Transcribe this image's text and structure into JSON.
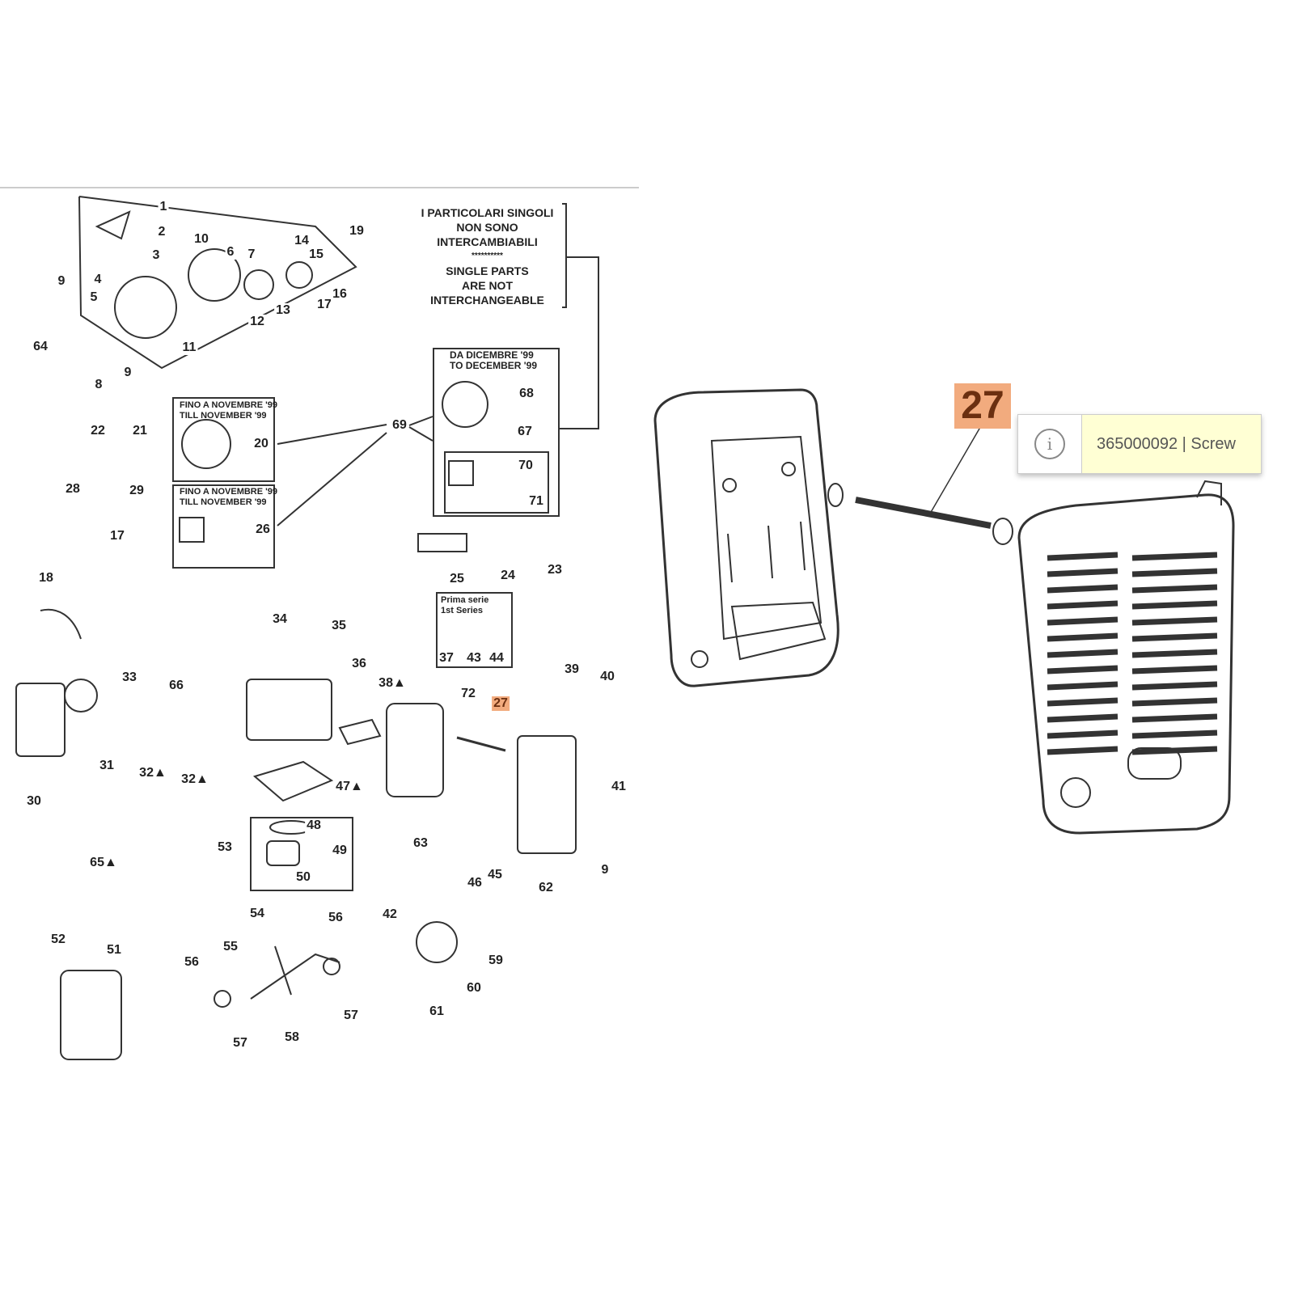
{
  "notes": {
    "line1": "I PARTICOLARI SINGOLI",
    "line2": "NON SONO",
    "line3": "INTERCAMBIABILI",
    "stars": "**********",
    "line4": "SINGLE PARTS",
    "line5": "ARE NOT",
    "line6": "INTERCHANGEABLE"
  },
  "boxes": {
    "december_it": "DA DICEMBRE  '99",
    "december_en": "TO DECEMBER '99",
    "november_it": "FINO A NOVEMBRE '99",
    "november_en": "TILL NOVEMBER    '99",
    "prima_it": "Prima serie",
    "prima_en": "1st Series"
  },
  "labels": [
    "1",
    "2",
    "3",
    "4",
    "5",
    "10",
    "6",
    "7",
    "14",
    "15",
    "19",
    "17",
    "16",
    "13",
    "12",
    "11",
    "9",
    "64",
    "8",
    "9",
    "22",
    "21",
    "28",
    "29",
    "17",
    "20",
    "26",
    "69",
    "68",
    "67",
    "70",
    "71",
    "25",
    "24",
    "23",
    "18",
    "34",
    "35",
    "36",
    "38▲",
    "37",
    "43",
    "44",
    "33",
    "66",
    "72",
    "27",
    "39",
    "40",
    "31",
    "32▲",
    "32▲",
    "30",
    "47▲",
    "41",
    "48",
    "53",
    "49",
    "50",
    "63",
    "46",
    "45",
    "62",
    "9",
    "65▲",
    "54",
    "55",
    "56",
    "42",
    "52",
    "51",
    "56",
    "59",
    "60",
    "61",
    "57",
    "58",
    "57",
    "20",
    "26"
  ],
  "highlight": {
    "label": "27",
    "color": "#f2ab7e"
  },
  "tooltip": {
    "icon": "info-icon",
    "text": "365000092 | Screw"
  }
}
